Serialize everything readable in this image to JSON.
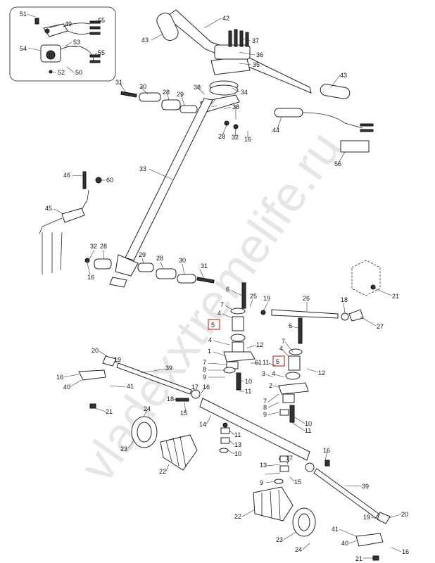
{
  "watermark": "vladexxtremelife.ru",
  "callouts": {
    "p51a": "51",
    "p49": "49",
    "p55a": "55",
    "p53": "53",
    "p54": "54",
    "p55b": "55",
    "p52": "52",
    "p50": "50",
    "p42": "42",
    "p43a": "43",
    "p37": "37",
    "p36": "36",
    "p35": "35",
    "p43b": "43",
    "p34": "34",
    "p31a": "31",
    "p30a": "30",
    "p28a": "28",
    "p29a": "29",
    "p38a": "38",
    "p38b": "38",
    "p28b": "28",
    "p32a": "32",
    "p16a": "16",
    "p44": "44",
    "p56": "56",
    "p33": "33",
    "p46": "46",
    "p60": "60",
    "p45": "45",
    "p32b": "32",
    "p28c": "28",
    "p16b": "16",
    "p29b": "29",
    "p28d": "28",
    "p30b": "30",
    "p31b": "31",
    "p6a": "6",
    "p25": "25",
    "p19a": "19",
    "p26": "26",
    "p18a": "18",
    "p27": "27",
    "p21a": "21",
    "p7a": "7",
    "p4a": "4",
    "p5a": "5",
    "p4b": "4",
    "p12a": "12",
    "p1": "1",
    "p7b": "7",
    "p8a": "8",
    "p9a": "9",
    "p6b": "6",
    "p7c": "7",
    "p4c": "4",
    "p61": "61",
    "p11a": "11",
    "p5b": "5",
    "p4d": "4",
    "p3": "3",
    "p2": "2",
    "p12b": "12",
    "p20a": "20",
    "p19b": "19",
    "p39a": "39",
    "p16c": "16",
    "p40a": "40",
    "p41a": "41",
    "p21b": "21",
    "p10a": "10",
    "p11b": "11",
    "p17a": "17",
    "p16d": "16",
    "p18b": "18",
    "p15a": "15",
    "p24a": "24",
    "p7d": "7",
    "p8b": "8",
    "p9b": "9",
    "p10b": "10",
    "p11c": "11",
    "p14": "14",
    "p23a": "23",
    "p22a": "22",
    "p11d": "11",
    "p13a": "13",
    "p10c": "10",
    "p16e": "16",
    "p13b": "13",
    "p17b": "17",
    "p9c": "9",
    "p15b": "15",
    "p39b": "39",
    "p22b": "22",
    "p20b": "20",
    "p19c": "19",
    "p41b": "41",
    "p23b": "23",
    "p40b": "40",
    "p16f": "16",
    "p24b": "24",
    "p21c": "21"
  }
}
